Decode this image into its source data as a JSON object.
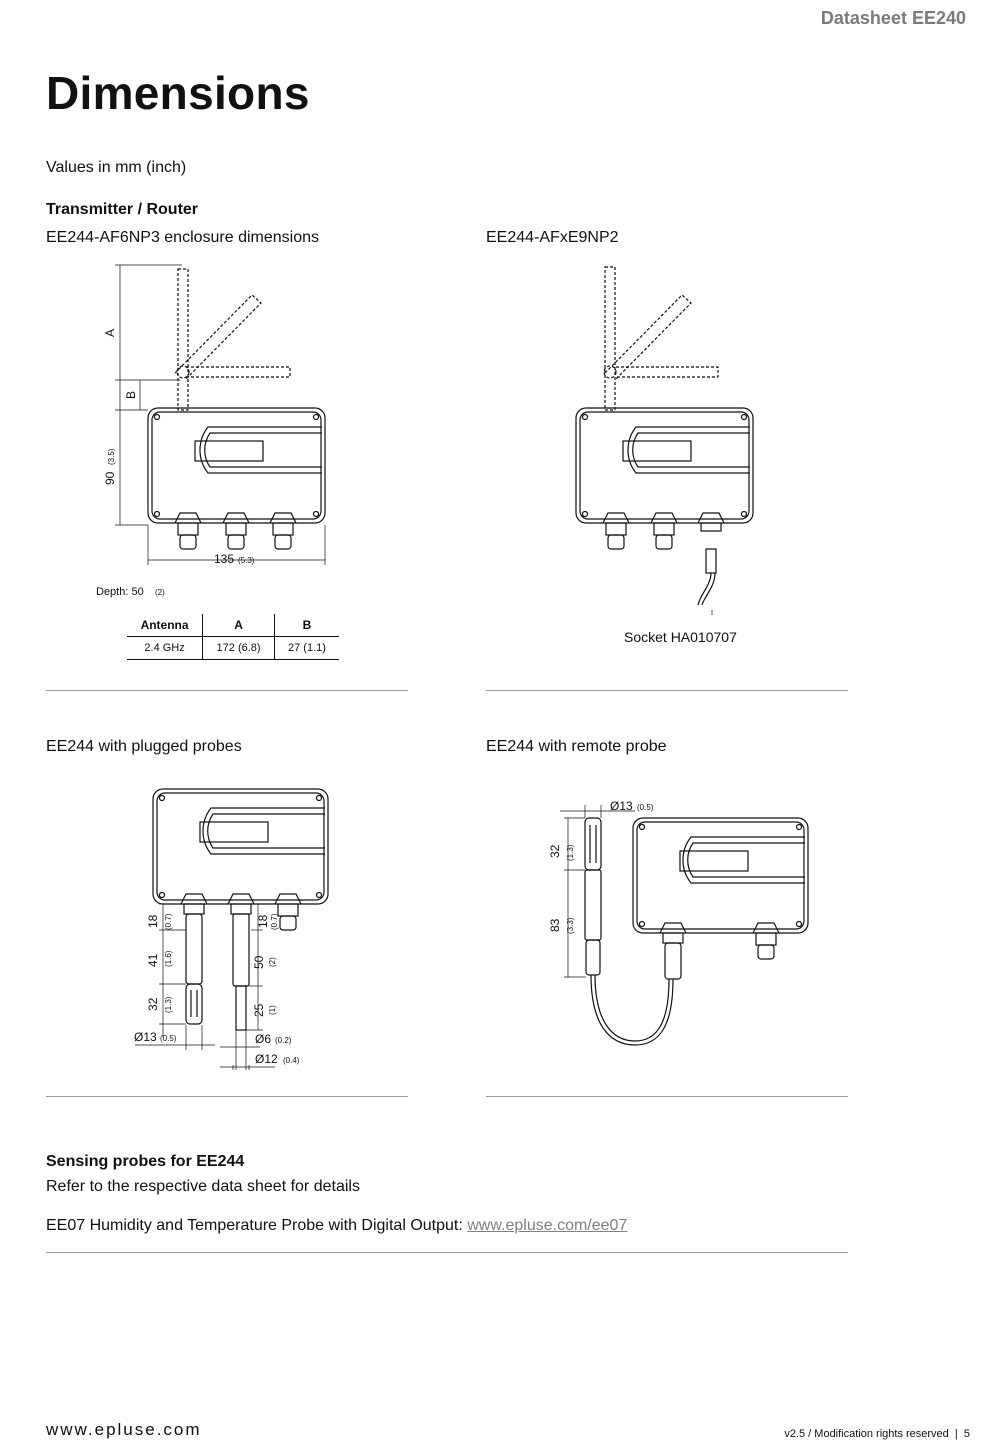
{
  "header": {
    "doc_title": "Datasheet EE240"
  },
  "page_title": "Dimensions",
  "units_note": "Values in mm (inch)",
  "section_title": "Transmitter / Router",
  "figures": {
    "af6": {
      "caption": "EE244-AF6NP3 enclosure dimensions",
      "label_a": "A",
      "label_b": "B",
      "height": "90",
      "height_in": "(3.5)",
      "width": "135",
      "width_in": "(5.3)",
      "depth_label": "Depth: 50",
      "depth_in": "(2)",
      "table": {
        "headers": [
          "Antenna",
          "A",
          "B"
        ],
        "row": [
          "2.4 GHz",
          "172 (6.8)",
          "27 (1.1)"
        ]
      }
    },
    "afx": {
      "caption": "EE244-AFxE9NP2",
      "socket_label": "Socket HA010707"
    },
    "plugged": {
      "caption": "EE244 with plugged probes",
      "d18a": "18",
      "d18a_in": "(0.7)",
      "d41": "41",
      "d41_in": "(1.6)",
      "d32": "32",
      "d32_in": "(1.3)",
      "d18b": "18",
      "d18b_in": "(0.7)",
      "d50": "50",
      "d50_in": "(2)",
      "d25": "25",
      "d25_in": "(1)",
      "dia13": "Ø13",
      "dia13_in": "(0.5)",
      "dia6": "Ø6",
      "dia6_in": "(0.2)",
      "dia12": "Ø12",
      "dia12_in": "(0.4)"
    },
    "remote": {
      "caption": "EE244 with remote probe",
      "dia13": "Ø13",
      "dia13_in": "(0.5)",
      "d32": "32",
      "d32_in": "(1.3)",
      "d83": "83",
      "d83_in": "(3.3)"
    }
  },
  "sensing": {
    "title": "Sensing probes for EE244",
    "subtitle": "Refer to the respective data sheet for details",
    "probe_text": "EE07 Humidity and Temperature Probe with Digital Output: ",
    "probe_link": "www.epluse.com/ee07"
  },
  "footer": {
    "website": "www.epluse.com",
    "version": "v2.5 / Modification rights reserved  |  5"
  }
}
